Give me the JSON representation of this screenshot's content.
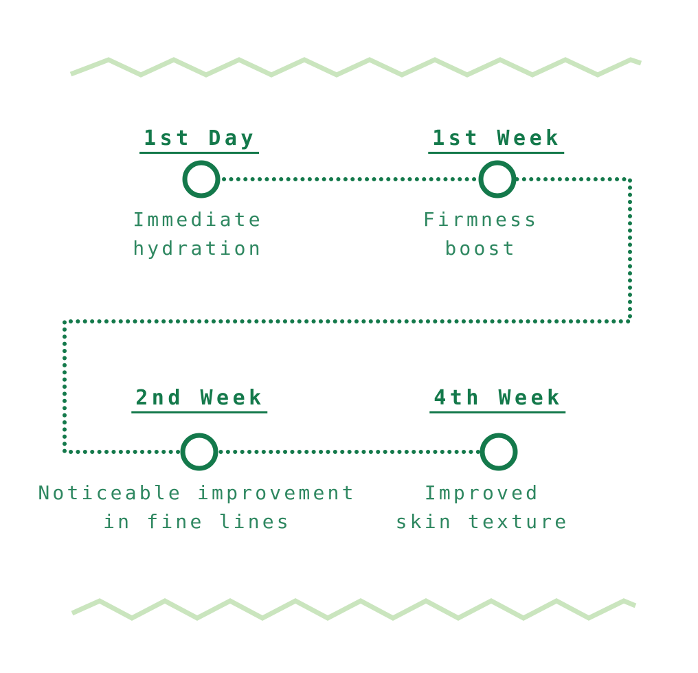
{
  "colors": {
    "dark_green": "#14794b",
    "body_green": "#2e8760",
    "light_green": "#cae5be",
    "background": "#ffffff"
  },
  "decorations": {
    "top_divider": "light-green zigzag line",
    "bottom_divider": "light-green zigzag line",
    "connector": "dark-green dotted path linking milestone circles"
  },
  "timeline": {
    "milestones": [
      {
        "title": "1st Day",
        "desc": [
          "Immediate",
          "hydration"
        ]
      },
      {
        "title": "1st Week",
        "desc": [
          "Firmness",
          "boost"
        ]
      },
      {
        "title": "2nd Week",
        "desc": [
          "Noticeable improvement",
          "in fine lines"
        ]
      },
      {
        "title": "4th Week",
        "desc": [
          "Improved",
          "skin texture"
        ]
      }
    ]
  }
}
